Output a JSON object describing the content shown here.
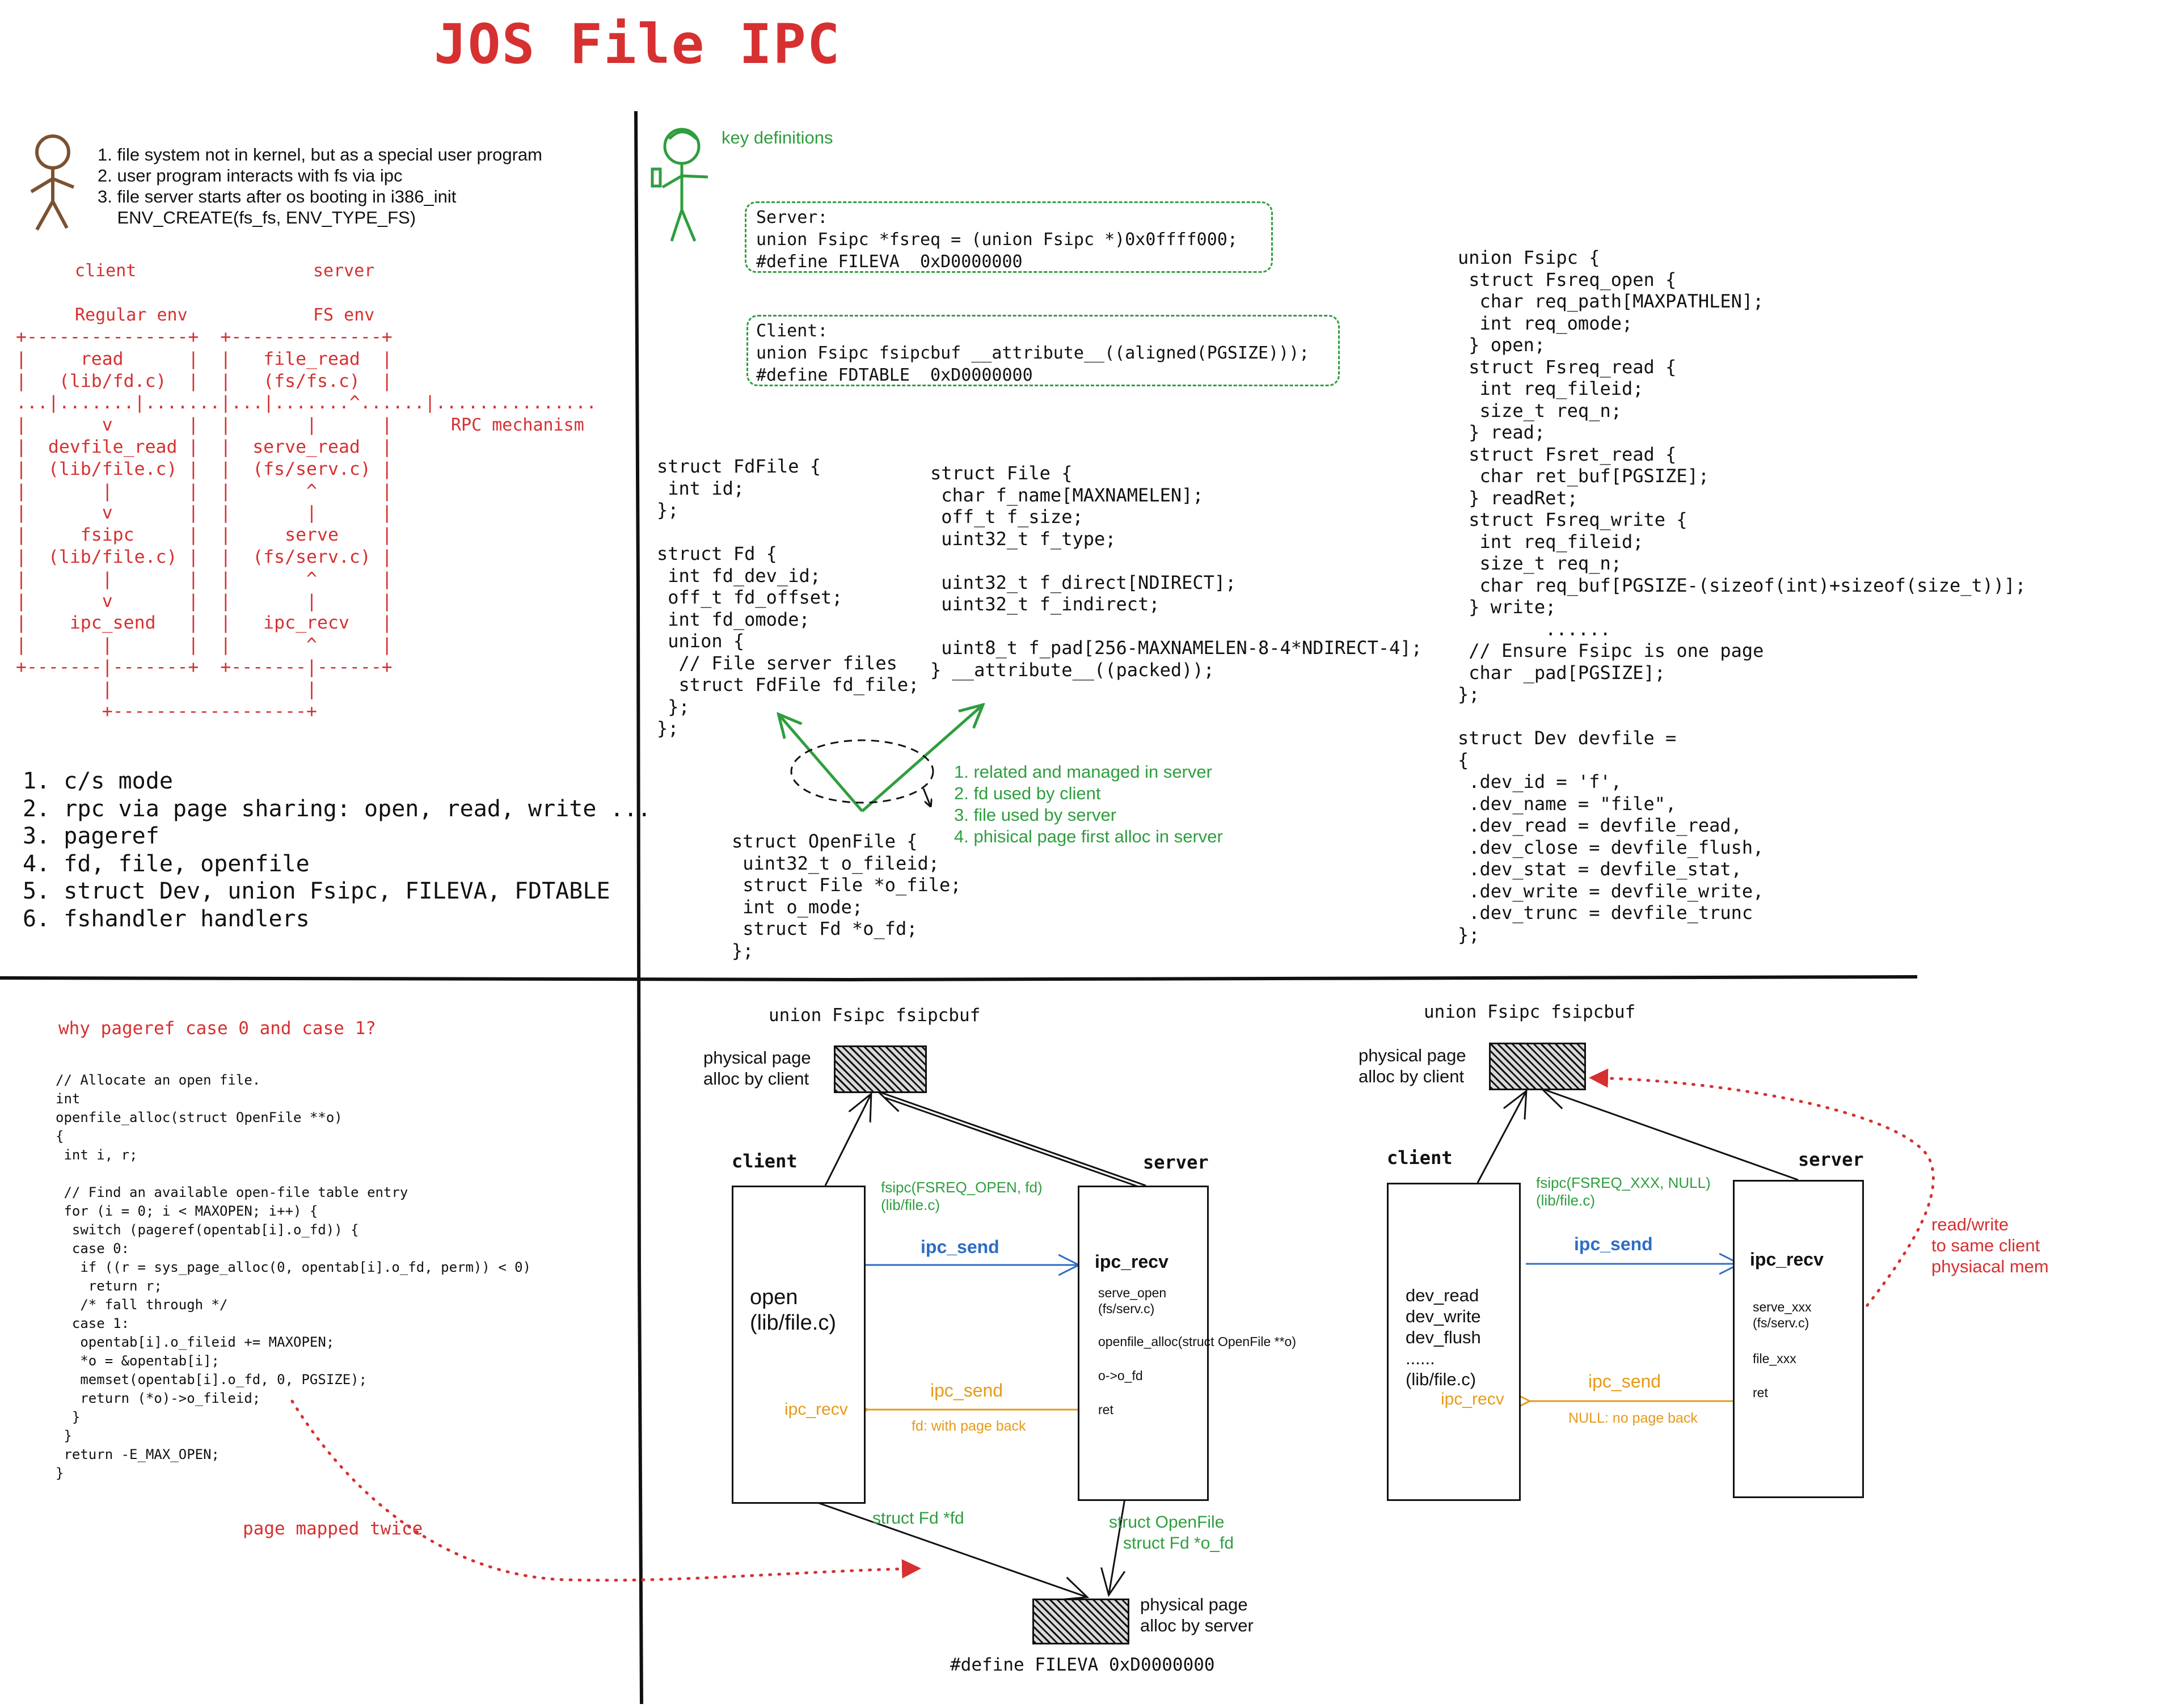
{
  "title": "JOS File IPC",
  "intro": {
    "notes": [
      "1. file system not in kernel, but as a special user program",
      "2. user program interacts with fs via ipc",
      "3. file server starts after os booting in i386_init",
      "    ENV_CREATE(fs_fs, ENV_TYPE_FS)"
    ]
  },
  "ascii_flow": {
    "client_label": "client",
    "server_label": "server",
    "client_env": "Regular env",
    "server_env": "FS env",
    "rpc_label": "RPC mechanism",
    "art": "+---------------+  +--------------+\n|     read      |  |   file_read  |\n|   (lib/fd.c)  |  |   (fs/fs.c)  |\n...|.......|.......|...|.......^......|...............\n|       v       |  |       |      |\n|  devfile_read |  |  serve_read  |\n|  (lib/file.c) |  |  (fs/serv.c) |\n|       |       |  |       ^      |\n|       v       |  |       |      |\n|     fsipc     |  |     serve    |\n|  (lib/file.c) |  |  (fs/serv.c) |\n|       |       |  |       ^      |\n|       v       |  |       |      |\n|    ipc_send   |  |   ipc_recv   |\n|       |       |  |       ^      |\n+-------|-------+  +-------|------+\n        |                  |\n        +------------------+"
  },
  "summary": [
    "1. c/s mode",
    "2. rpc via page sharing: open, read, write ...",
    "3. pageref",
    "4. fd, file, openfile",
    "5. struct Dev, union Fsipc, FILEVA, FDTABLE",
    "6. fshandler handlers"
  ],
  "key_definitions": {
    "label": "key definitions",
    "server_box": "Server:\nunion Fsipc *fsreq = (union Fsipc *)0x0ffff000;\n#define FILEVA  0xD0000000",
    "client_box": "Client:\nunion Fsipc fsipcbuf __attribute__((aligned(PGSIZE)));\n#define FDTABLE  0xD0000000"
  },
  "code_fd": "struct FdFile {\n int id;\n};\n\nstruct Fd {\n int fd_dev_id;\n off_t fd_offset;\n int fd_omode;\n union {\n  // File server files\n  struct FdFile fd_file;\n };\n};",
  "code_file": "struct File {\n char f_name[MAXNAMELEN];\n off_t f_size;\n uint32_t f_type;\n\n uint32_t f_direct[NDIRECT];\n uint32_t f_indirect;\n\n uint8_t f_pad[256-MAXNAMELEN-8-4*NDIRECT-4];\n} __attribute__((packed));",
  "code_openfile": "struct OpenFile {\n uint32_t o_fileid;\n struct File *o_file;\n int o_mode;\n struct Fd *o_fd;\n};",
  "relation_notes": [
    "1. related and managed in server",
    "2. fd used by client",
    "3. file used by server",
    "4. phisical page first alloc in server"
  ],
  "code_fsipc": "union Fsipc {\n struct Fsreq_open {\n  char req_path[MAXPATHLEN];\n  int req_omode;\n } open;\n struct Fsreq_read {\n  int req_fileid;\n  size_t req_n;\n } read;\n struct Fsret_read {\n  char ret_buf[PGSIZE];\n } readRet;\n struct Fsreq_write {\n  int req_fileid;\n  size_t req_n;\n  char req_buf[PGSIZE-(sizeof(int)+sizeof(size_t))];\n } write;\n        ......\n // Ensure Fsipc is one page\n char _pad[PGSIZE];\n};\n\nstruct Dev devfile =\n{\n .dev_id = 'f',\n .dev_name = \"file\",\n .dev_read = devfile_read,\n .dev_close = devfile_flush,\n .dev_stat = devfile_stat,\n .dev_write = devfile_write,\n .dev_trunc = devfile_trunc\n};",
  "pageref": {
    "question": "why pageref case 0 and case 1?",
    "code": "// Allocate an open file.\nint\nopenfile_alloc(struct OpenFile **o)\n{\n int i, r;\n\n // Find an available open-file table entry\n for (i = 0; i < MAXOPEN; i++) {\n  switch (pageref(opentab[i].o_fd)) {\n  case 0:\n   if ((r = sys_page_alloc(0, opentab[i].o_fd, perm)) < 0)\n    return r;\n   /* fall through */\n  case 1:\n   opentab[i].o_fileid += MAXOPEN;\n   *o = &opentab[i];\n   memset(opentab[i].o_fd, 0, PGSIZE);\n   return (*o)->o_fileid;\n  }\n }\n return -E_MAX_OPEN;\n}",
    "mapped_twice": "page mapped twice"
  },
  "open_diagram": {
    "fsipcbuf": "union Fsipc fsipcbuf",
    "client_page": "physical page\nalloc by client",
    "client": "client",
    "server": "server",
    "call": "fsipc(FSREQ_OPEN, fd)\n(lib/file.c)",
    "open": "open\n(lib/file.c)",
    "ipc_send": "ipc_send",
    "ipc_recv_server": "ipc_recv",
    "serve_open": "serve_open\n(fs/serv.c)",
    "openfile_alloc": "openfile_alloc(struct OpenFile **o)",
    "o_fd": "o->o_fd",
    "ret": "ret",
    "ipc_send_back": "ipc_send",
    "ipc_recv_client": "ipc_recv",
    "fd_back": "fd: with page back",
    "struct_fd": "struct Fd *fd",
    "struct_openfile": "struct OpenFile\n   struct Fd *o_fd",
    "server_page": "physical page\nalloc by server",
    "fileva": "#define FILEVA  0xD0000000"
  },
  "rw_diagram": {
    "fsipcbuf": "union Fsipc fsipcbuf",
    "client_page": "physical page\nalloc by client",
    "client": "client",
    "server": "server",
    "call": "fsipc(FSREQ_XXX, NULL)\n(lib/file.c)",
    "ipc_send": "ipc_send",
    "ipc_recv_server": "ipc_recv",
    "client_funcs": "dev_read\ndev_write\ndev_flush\n......\n(lib/file.c)",
    "serve_xxx": "serve_xxx\n(fs/serv.c)",
    "file_xxx": "file_xxx",
    "ret": "ret",
    "ipc_send_back": "ipc_send",
    "ipc_recv_client": "ipc_recv",
    "null_back": "NULL: no page back",
    "read_write_note": "read/write\nto same client\nphysiacal mem"
  }
}
